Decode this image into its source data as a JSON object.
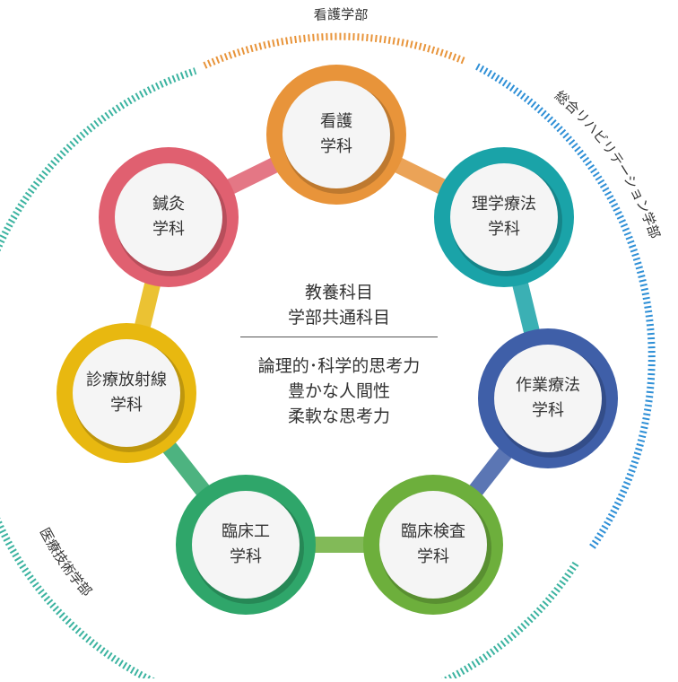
{
  "faculties": {
    "nursing": {
      "label": "看護学部",
      "color": "#E8943A"
    },
    "rehab": {
      "label": "総合リハビリテーション学部",
      "color": "#2E8FD6"
    },
    "medtech": {
      "label": "医療技術学部",
      "color": "#3BB3A0"
    }
  },
  "center": {
    "line1": "教養科目",
    "line2": "学部共通科目",
    "line3": "論理的･科学的思考力",
    "line4": "豊かな人間性",
    "line5": "柔軟な思考力"
  },
  "departments": [
    {
      "id": "nursing",
      "line1": "看護",
      "line2": "学科",
      "color": "#E8943A"
    },
    {
      "id": "pt",
      "line1": "理学療法",
      "line2": "学科",
      "color": "#1AA3A8"
    },
    {
      "id": "ot",
      "line1": "作業療法",
      "line2": "学科",
      "color": "#3F5FA8"
    },
    {
      "id": "clinical-lab",
      "line1": "臨床検査",
      "line2": "学科",
      "color": "#6DAF3C"
    },
    {
      "id": "clinical-eng",
      "line1": "臨床工",
      "line2": "学科",
      "color": "#2FA66A"
    },
    {
      "id": "radiology",
      "line1": "診療放射線",
      "line2": "学科",
      "color": "#E8B810"
    },
    {
      "id": "acupuncture",
      "line1": "鍼灸",
      "line2": "学科",
      "color": "#E06070"
    }
  ]
}
